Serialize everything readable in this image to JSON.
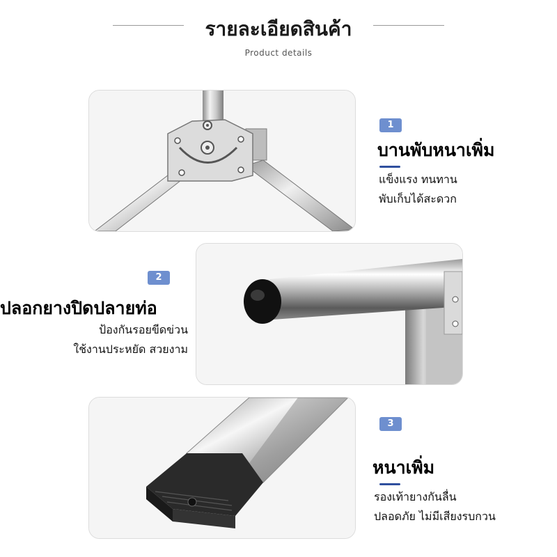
{
  "header": {
    "title": "รายละเอียดสินค้า",
    "subtitle": "Product details"
  },
  "features": [
    {
      "number": "1",
      "title": "บานพับหนาเพิ่ม",
      "desc_line1": "แข็งแรง ทนทาน",
      "desc_line2": "พับเก็บได้สะดวก"
    },
    {
      "number": "2",
      "title": "ปลอกยางปิดปลายท่อ",
      "desc_line1": "ป้องกันรอยขีดข่วน",
      "desc_line2": "ใช้งานประหยัด สวยงาม"
    },
    {
      "number": "3",
      "title": "หนาเพิ่ม",
      "desc_line1": "รองเท้ายางกันลื่น",
      "desc_line2": "ปลอดภัย ไม่มีเสียงรบกวน"
    }
  ],
  "colors": {
    "badge": "#6e8fcf",
    "accent": "#2f4f9e"
  }
}
